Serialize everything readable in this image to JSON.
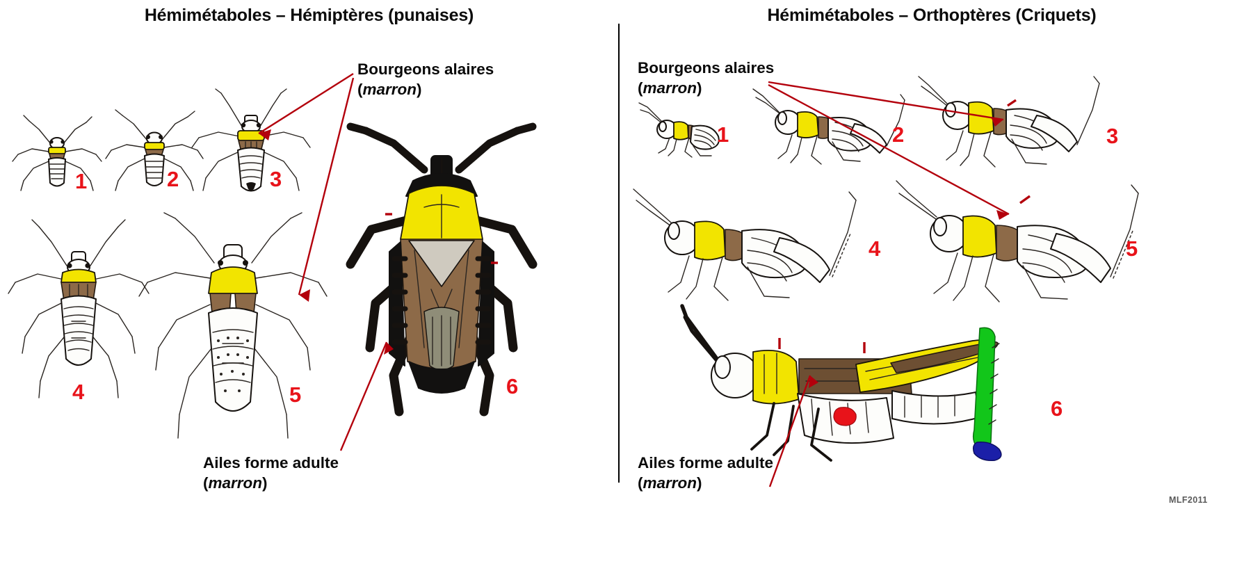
{
  "page": {
    "background": "#ffffff",
    "accent_red": "#e8131a",
    "leader_red": "#b3000c",
    "highlight_yellow": "#f2e400",
    "highlight_brown": "#8d6a48",
    "highlight_green": "#12c61a",
    "highlight_blue": "#1b1fa8",
    "credit": "MLF2011"
  },
  "left_panel": {
    "title": "Hémimétaboles – Hémiptères (punaises)",
    "callouts": {
      "wing_buds": {
        "line1": "Bourgeons alaires",
        "line2_open": "(",
        "line2_em": "marron",
        "line2_close": ")"
      },
      "adult_wings": {
        "line1": "Ailes forme adulte",
        "line2_open": "(",
        "line2_em": "marron",
        "line2_close": ")"
      }
    },
    "stages": [
      {
        "number": "1",
        "label": "nymph-instar-1"
      },
      {
        "number": "2",
        "label": "nymph-instar-2"
      },
      {
        "number": "3",
        "label": "nymph-instar-3"
      },
      {
        "number": "4",
        "label": "nymph-instar-4"
      },
      {
        "number": "5",
        "label": "nymph-instar-5"
      },
      {
        "number": "6",
        "label": "adult-bug"
      }
    ]
  },
  "right_panel": {
    "title": "Hémimétaboles – Orthoptères (Criquets)",
    "callouts": {
      "wing_buds": {
        "line1": "Bourgeons alaires",
        "line2_open": "(",
        "line2_em": "marron",
        "line2_close": ")"
      },
      "adult_wings": {
        "line1": "Ailes forme adulte",
        "line2_open": "(",
        "line2_em": "marron",
        "line2_close": ")"
      }
    },
    "stages": [
      {
        "number": "1",
        "label": "nymph-instar-1"
      },
      {
        "number": "2",
        "label": "nymph-instar-2"
      },
      {
        "number": "3",
        "label": "nymph-instar-3"
      },
      {
        "number": "4",
        "label": "nymph-instar-4"
      },
      {
        "number": "5",
        "label": "nymph-instar-5"
      },
      {
        "number": "6",
        "label": "adult-grasshopper"
      }
    ]
  }
}
